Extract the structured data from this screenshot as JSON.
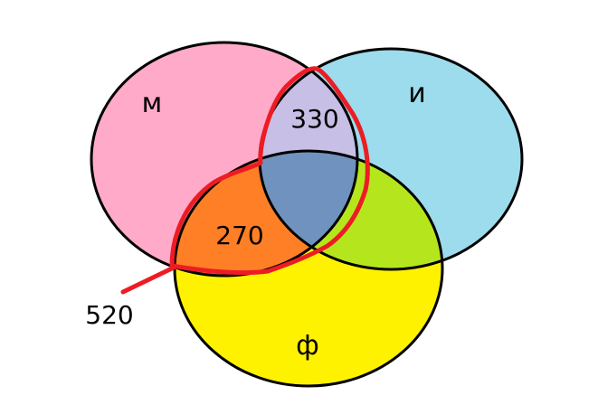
{
  "sets": [
    {
      "id": "m",
      "label": "м",
      "color": "#ffaac8"
    },
    {
      "id": "i",
      "label": "и",
      "color": "#9ddcec"
    },
    {
      "id": "f",
      "label": "ф",
      "color": "#fff200"
    }
  ],
  "regions": {
    "m_and_i": {
      "label": "330",
      "color": "#c8bfe6"
    },
    "m_and_f": {
      "label": "270",
      "color": "#ff7f27"
    },
    "i_and_f": {
      "label": "",
      "color": "#b5e61d"
    },
    "all_three": {
      "label": "",
      "color": "#7092be"
    }
  },
  "annotation": {
    "label": "520",
    "color": "#ed1c24"
  }
}
